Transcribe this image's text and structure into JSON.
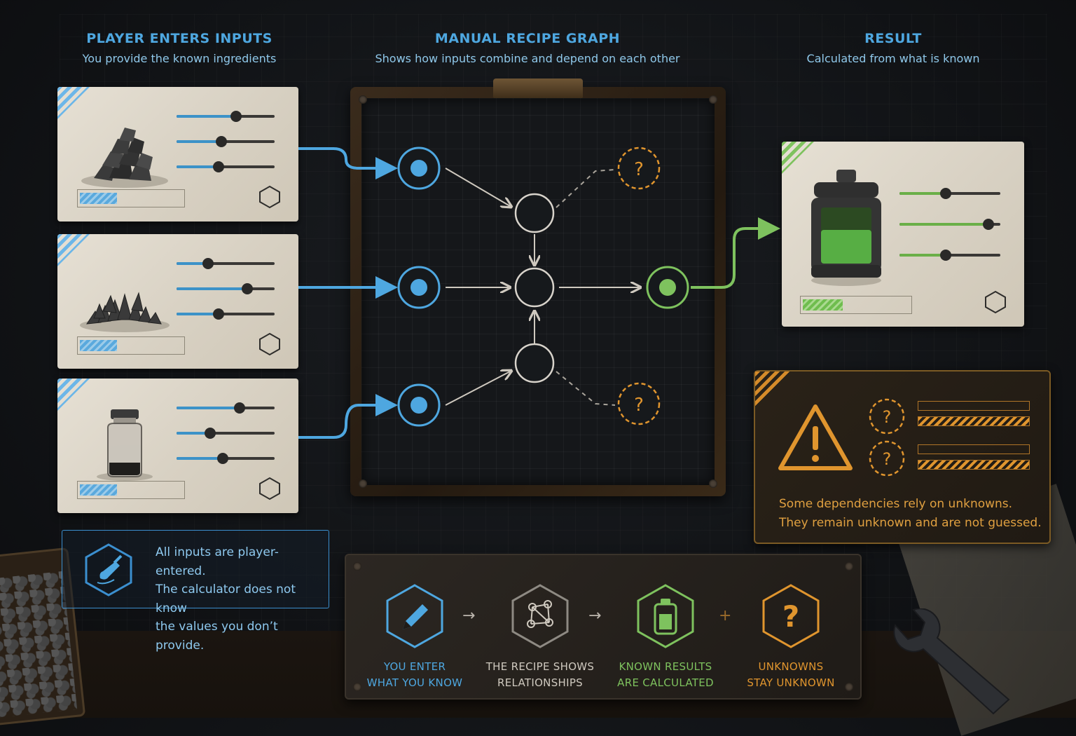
{
  "columns": {
    "inputs": {
      "title": "PLAYER ENTERS INPUTS",
      "subtitle": "You provide the known ingredients"
    },
    "graph": {
      "title": "MANUAL RECIPE GRAPH",
      "subtitle": "Shows how inputs combine and depend on each other"
    },
    "result": {
      "title": "RESULT",
      "subtitle": "Calculated from what is known"
    }
  },
  "input_cards": [
    {
      "icon": "ore-pile-icon",
      "sliders": [
        0.61,
        0.46,
        0.43
      ],
      "bar_fill": 0.39
    },
    {
      "icon": "crystal-shards-icon",
      "sliders": [
        0.32,
        0.72,
        0.43
      ],
      "bar_fill": 0.39
    },
    {
      "icon": "powder-jar-icon",
      "sliders": [
        0.64,
        0.34,
        0.47
      ],
      "bar_fill": 0.39
    }
  ],
  "result_card": {
    "icon": "canister-icon",
    "sliders": [
      0.46,
      0.88,
      0.46
    ],
    "bar_fill": 0.4
  },
  "graph": {
    "input_nodes": 3,
    "unknown_symbol": "?"
  },
  "warning": {
    "icon": "warning-triangle-icon",
    "unknown_symbol": "?",
    "message_line1": "Some dependencies rely on unknowns.",
    "message_line2": "They remain unknown and are not guessed."
  },
  "note": {
    "icon": "hand-pencil-icon",
    "line1": "All inputs are player-entered.",
    "line2": "The calculator does not know",
    "line3": "the values you don’t provide."
  },
  "legend": {
    "steps": [
      {
        "icon": "pencil-icon",
        "line1": "YOU ENTER",
        "line2": "WHAT YOU KNOW",
        "color": "#4ea7e0"
      },
      {
        "icon": "graph-network-icon",
        "line1": "THE RECIPE SHOWS",
        "line2": "RELATIONSHIPS",
        "color": "#cfc9bf"
      },
      {
        "icon": "canister-icon",
        "line1": "KNOWN RESULTS",
        "line2": "ARE CALCULATED",
        "color": "#7ec25e"
      },
      {
        "icon": "question-icon",
        "line1": "UNKNOWNS",
        "line2": "STAY UNKNOWN",
        "color": "#e0952e",
        "symbol": "?"
      }
    ],
    "arrow_symbol": "→",
    "plus_symbol": "+"
  },
  "colors": {
    "blue": "#4ea7e0",
    "green": "#7ec25e",
    "orange": "#e0952e",
    "white": "#d8d3cb"
  }
}
